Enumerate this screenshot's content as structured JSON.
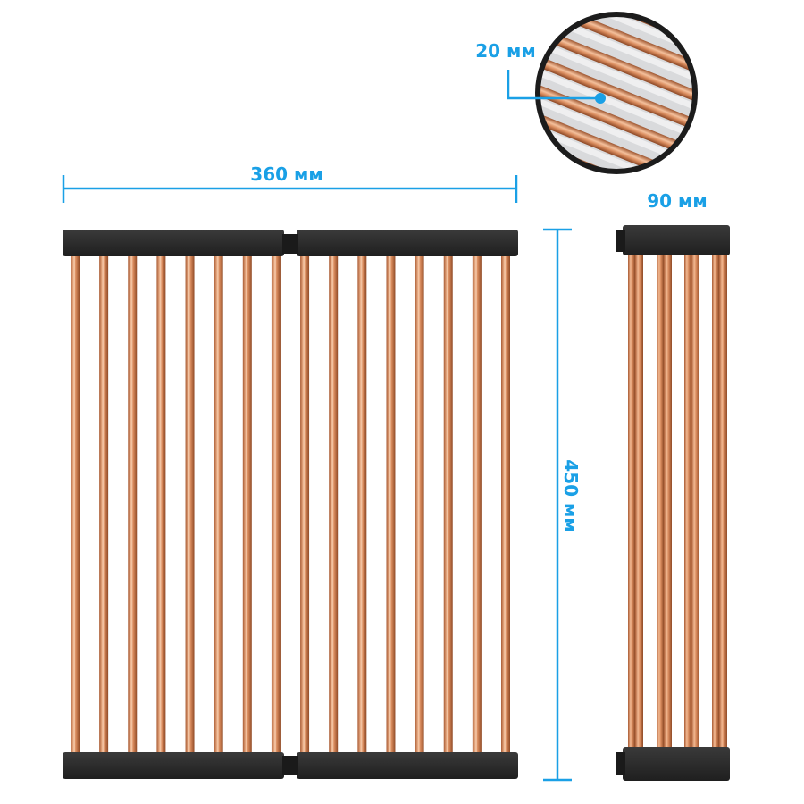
{
  "labels": {
    "width": "360 мм",
    "height": "450 мм",
    "depth": "90 мм",
    "bar_spacing": "20 мм"
  },
  "colors": {
    "accent": "#1aa0e6",
    "frame": "#2b2b2b",
    "copper_light": "#f0b48e",
    "copper_mid": "#d88a5c",
    "copper_dark": "#a85a32",
    "zoom_bg": "#d9dadc"
  },
  "product": {
    "front_bar_count": 16,
    "side_bar_count": 4
  }
}
